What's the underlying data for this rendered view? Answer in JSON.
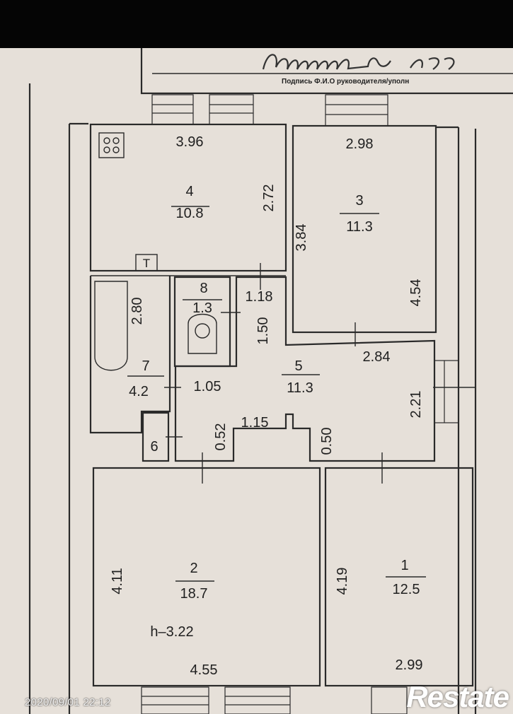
{
  "header": {
    "caption": "Подпись  Ф.И.О  руководителя/уполн"
  },
  "rooms": {
    "r1": {
      "number": "1",
      "area": "12.5",
      "height": "4.19",
      "width": "2.99"
    },
    "r2": {
      "number": "2",
      "area": "18.7",
      "height": "4.11",
      "width": "4.55",
      "ceiling": "h–3.22"
    },
    "r3": {
      "number": "3",
      "area": "11.3",
      "width": "2.98",
      "left_dim": "3.84",
      "right_dim": "4.54"
    },
    "r4": {
      "number": "4",
      "area": "10.8",
      "width": "3.96",
      "height": "2.72",
      "fixture_mark": "T"
    },
    "r5": {
      "number": "5",
      "area": "11.3",
      "width": "2.84",
      "height": "2.21",
      "niche_width": "1.15",
      "left_depth": "0.52",
      "right_depth": "0.50"
    },
    "r6": {
      "number": "6"
    },
    "r7": {
      "number": "7",
      "area": "4.2",
      "height": "2.80",
      "width": "1.05"
    },
    "r8": {
      "number": "8",
      "area": "1.3",
      "width": "1.18",
      "height": "1.50"
    }
  },
  "overlay": {
    "timestamp": "2020/09/01 22:12",
    "brand": "Restate"
  }
}
